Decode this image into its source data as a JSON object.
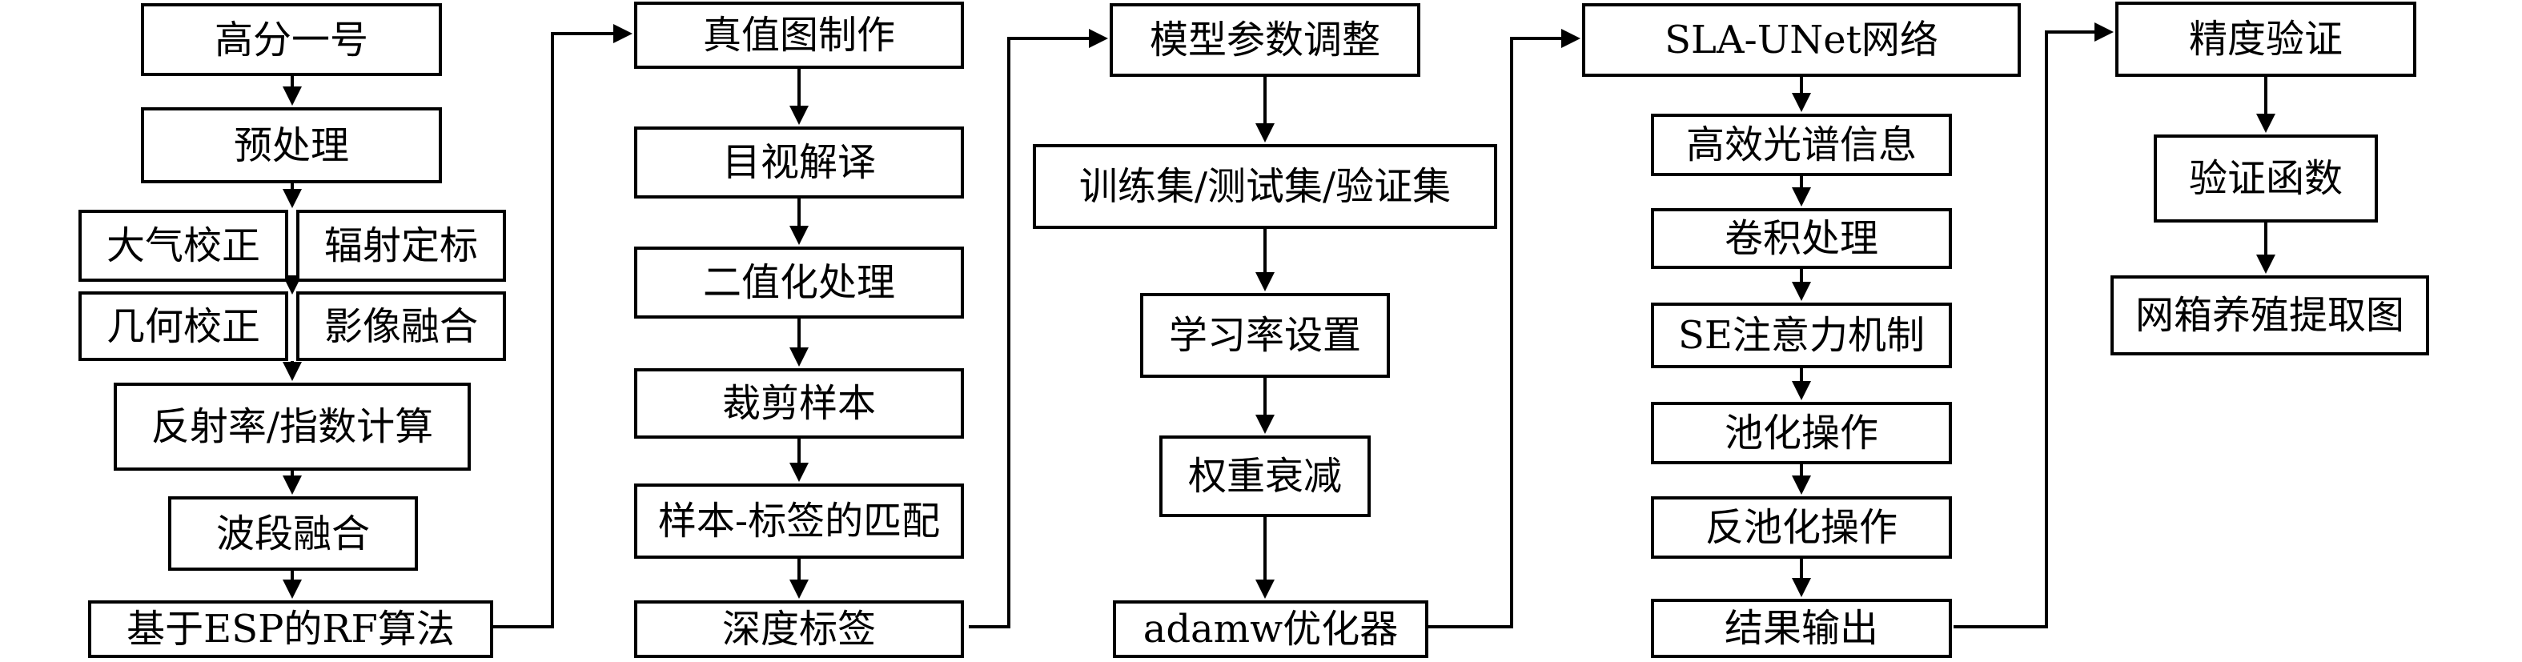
{
  "col1": {
    "gf1": "高分一号",
    "preprocess": "预处理",
    "atmos": "大气校正",
    "radcal": "辐射定标",
    "geom": "几何校正",
    "fusion": "影像融合",
    "reflect": "反射率/指数计算",
    "band": "波段融合",
    "rf": "基于ESP的RF算法"
  },
  "col2": {
    "truth": "真值图制作",
    "visual": "目视解译",
    "binary": "二值化处理",
    "crop": "裁剪样本",
    "match": "样本-标签的匹配",
    "depth": "深度标签"
  },
  "col3": {
    "tune": "模型参数调整",
    "sets": "训练集/测试集/验证集",
    "lr": "学习率设置",
    "decay": "权重衰减",
    "adamw": "adamw优化器"
  },
  "col4": {
    "net": "SLA-UNet网络",
    "spectral": "高效光谱信息",
    "conv": "卷积处理",
    "se": "SE注意力机制",
    "pool": "池化操作",
    "unpool": "反池化操作",
    "output": "结果输出"
  },
  "col5": {
    "verify": "精度验证",
    "func": "验证函数",
    "map": "网箱养殖提取图"
  }
}
